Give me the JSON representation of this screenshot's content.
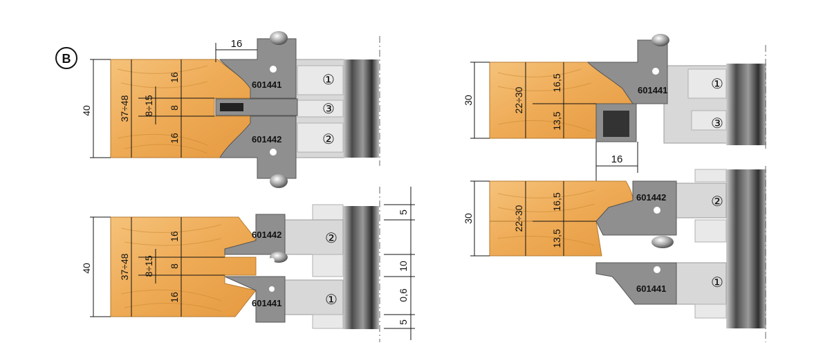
{
  "panel_label": "B",
  "codes": {
    "a": "601441",
    "b": "601442"
  },
  "markers": {
    "one": "①",
    "two": "②",
    "three": "③"
  },
  "dims": {
    "d16": "16",
    "d40": "40",
    "d30": "30",
    "d37_48": "37÷48",
    "d8_15": "8÷15",
    "d8": "8",
    "d22_30": "22÷30",
    "d16_5": "16,5",
    "d13_5": "13,5",
    "d5": "5",
    "d10": "10",
    "d0_6": "0,6"
  },
  "colors": {
    "wood_light": "#f2b866",
    "wood_dark": "#e39a3f",
    "cutter": "#8f8f8f",
    "body": "#d8d8d8",
    "spindle_dark": "#3e3e3e"
  }
}
